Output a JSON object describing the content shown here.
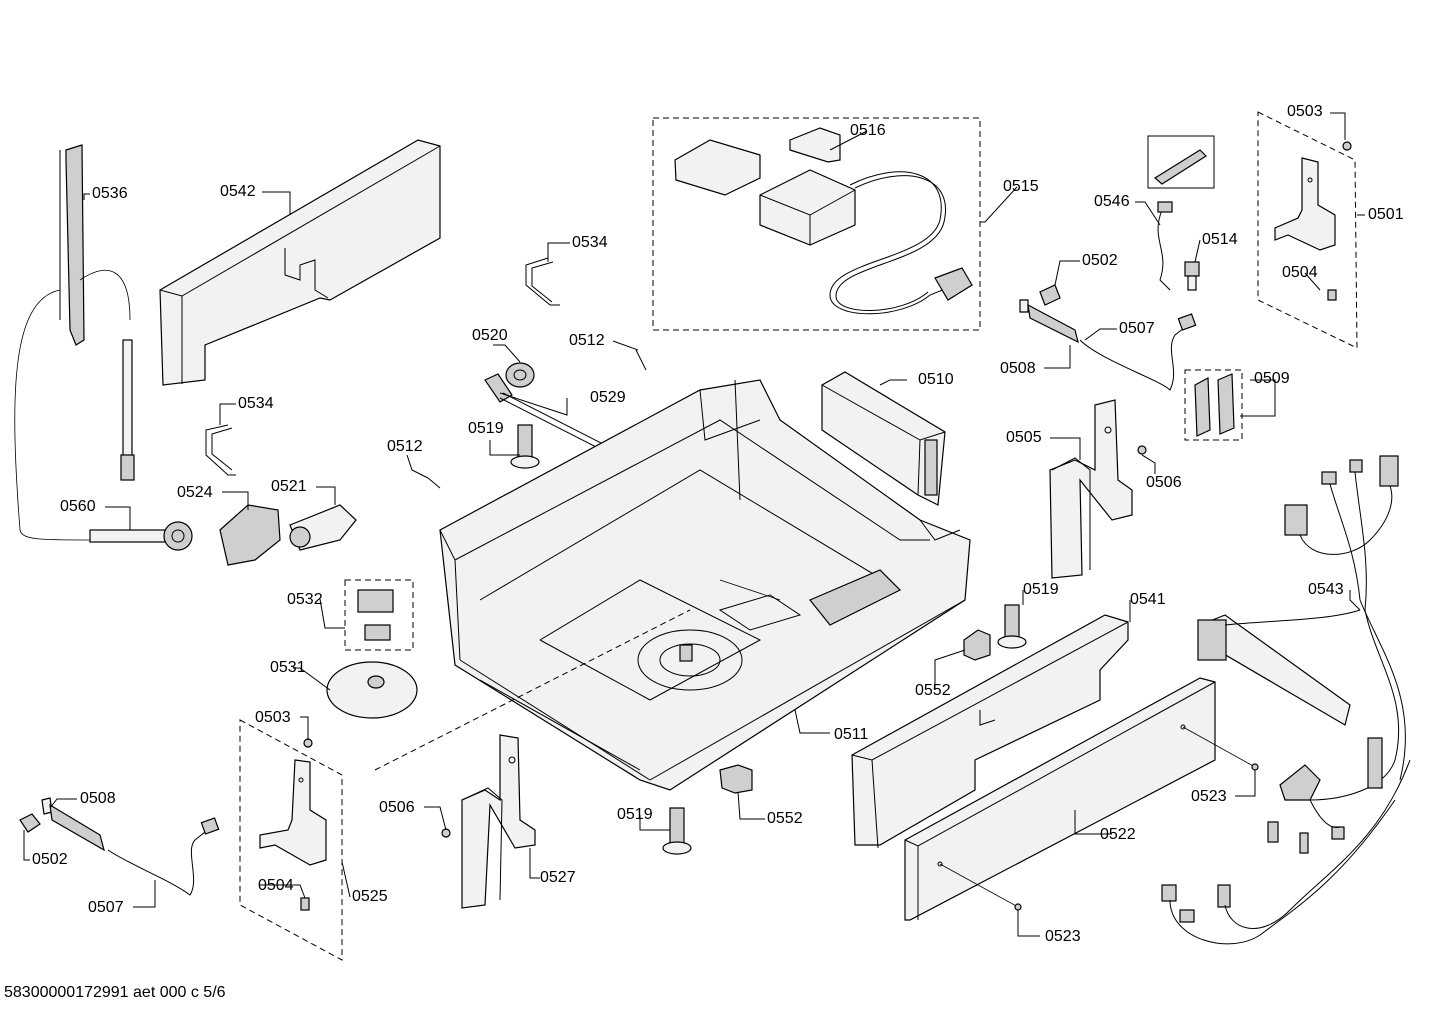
{
  "diagram": {
    "footer_text": "58300000172991 aet 000 c 5/6",
    "labels": [
      {
        "id": "l0536",
        "text": "0536"
      },
      {
        "id": "l0542",
        "text": "0542"
      },
      {
        "id": "l0516",
        "text": "0516"
      },
      {
        "id": "l0515",
        "text": "0515"
      },
      {
        "id": "l0503a",
        "text": "0503"
      },
      {
        "id": "l0501",
        "text": "0501"
      },
      {
        "id": "l0546",
        "text": "0546"
      },
      {
        "id": "l0514",
        "text": "0514"
      },
      {
        "id": "l0502a",
        "text": "0502"
      },
      {
        "id": "l0504a",
        "text": "0504"
      },
      {
        "id": "l0534a",
        "text": "0534"
      },
      {
        "id": "l0512a",
        "text": "0512"
      },
      {
        "id": "l0520",
        "text": "0520"
      },
      {
        "id": "l0529",
        "text": "0529"
      },
      {
        "id": "l0510",
        "text": "0510"
      },
      {
        "id": "l0508a",
        "text": "0508"
      },
      {
        "id": "l0507a",
        "text": "0507"
      },
      {
        "id": "l0509",
        "text": "0509"
      },
      {
        "id": "l0534b",
        "text": "0534"
      },
      {
        "id": "l0519a",
        "text": "0519"
      },
      {
        "id": "l0512b",
        "text": "0512"
      },
      {
        "id": "l0505",
        "text": "0505"
      },
      {
        "id": "l0506a",
        "text": "0506"
      },
      {
        "id": "l0560",
        "text": "0560"
      },
      {
        "id": "l0524",
        "text": "0524"
      },
      {
        "id": "l0521",
        "text": "0521"
      },
      {
        "id": "l0532",
        "text": "0532"
      },
      {
        "id": "l0519b",
        "text": "0519"
      },
      {
        "id": "l0541",
        "text": "0541"
      },
      {
        "id": "l0543",
        "text": "0543"
      },
      {
        "id": "l0531",
        "text": "0531"
      },
      {
        "id": "l0552a",
        "text": "0552"
      },
      {
        "id": "l0503b",
        "text": "0503"
      },
      {
        "id": "l0511",
        "text": "0511"
      },
      {
        "id": "l0508b",
        "text": "0508"
      },
      {
        "id": "l0506b",
        "text": "0506"
      },
      {
        "id": "l0519c",
        "text": "0519"
      },
      {
        "id": "l0552b",
        "text": "0552"
      },
      {
        "id": "l0523a",
        "text": "0523"
      },
      {
        "id": "l0502b",
        "text": "0502"
      },
      {
        "id": "l0522",
        "text": "0522"
      },
      {
        "id": "l0525",
        "text": "0525"
      },
      {
        "id": "l0527",
        "text": "0527"
      },
      {
        "id": "l0504b",
        "text": "0504"
      },
      {
        "id": "l0507b",
        "text": "0507"
      },
      {
        "id": "l0523b",
        "text": "0523"
      }
    ]
  }
}
